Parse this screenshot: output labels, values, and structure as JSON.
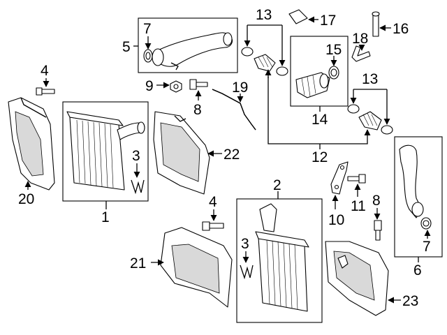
{
  "diagram": {
    "callouts": [
      {
        "id": "c1",
        "text": "1"
      },
      {
        "id": "c2",
        "text": "2"
      },
      {
        "id": "c3a",
        "text": "3"
      },
      {
        "id": "c3b",
        "text": "3"
      },
      {
        "id": "c4a",
        "text": "4"
      },
      {
        "id": "c4b",
        "text": "4"
      },
      {
        "id": "c5",
        "text": "5"
      },
      {
        "id": "c6",
        "text": "6"
      },
      {
        "id": "c7a",
        "text": "7"
      },
      {
        "id": "c7b",
        "text": "7"
      },
      {
        "id": "c8a",
        "text": "8"
      },
      {
        "id": "c8b",
        "text": "8"
      },
      {
        "id": "c9",
        "text": "9"
      },
      {
        "id": "c10",
        "text": "10"
      },
      {
        "id": "c11",
        "text": "11"
      },
      {
        "id": "c12",
        "text": "12"
      },
      {
        "id": "c13a",
        "text": "13"
      },
      {
        "id": "c13b",
        "text": "13"
      },
      {
        "id": "c14",
        "text": "14"
      },
      {
        "id": "c15",
        "text": "15"
      },
      {
        "id": "c16",
        "text": "16"
      },
      {
        "id": "c17",
        "text": "17"
      },
      {
        "id": "c18",
        "text": "18"
      },
      {
        "id": "c19",
        "text": "19"
      },
      {
        "id": "c20",
        "text": "20"
      },
      {
        "id": "c21",
        "text": "21"
      },
      {
        "id": "c22",
        "text": "22"
      },
      {
        "id": "c23",
        "text": "23"
      }
    ]
  }
}
